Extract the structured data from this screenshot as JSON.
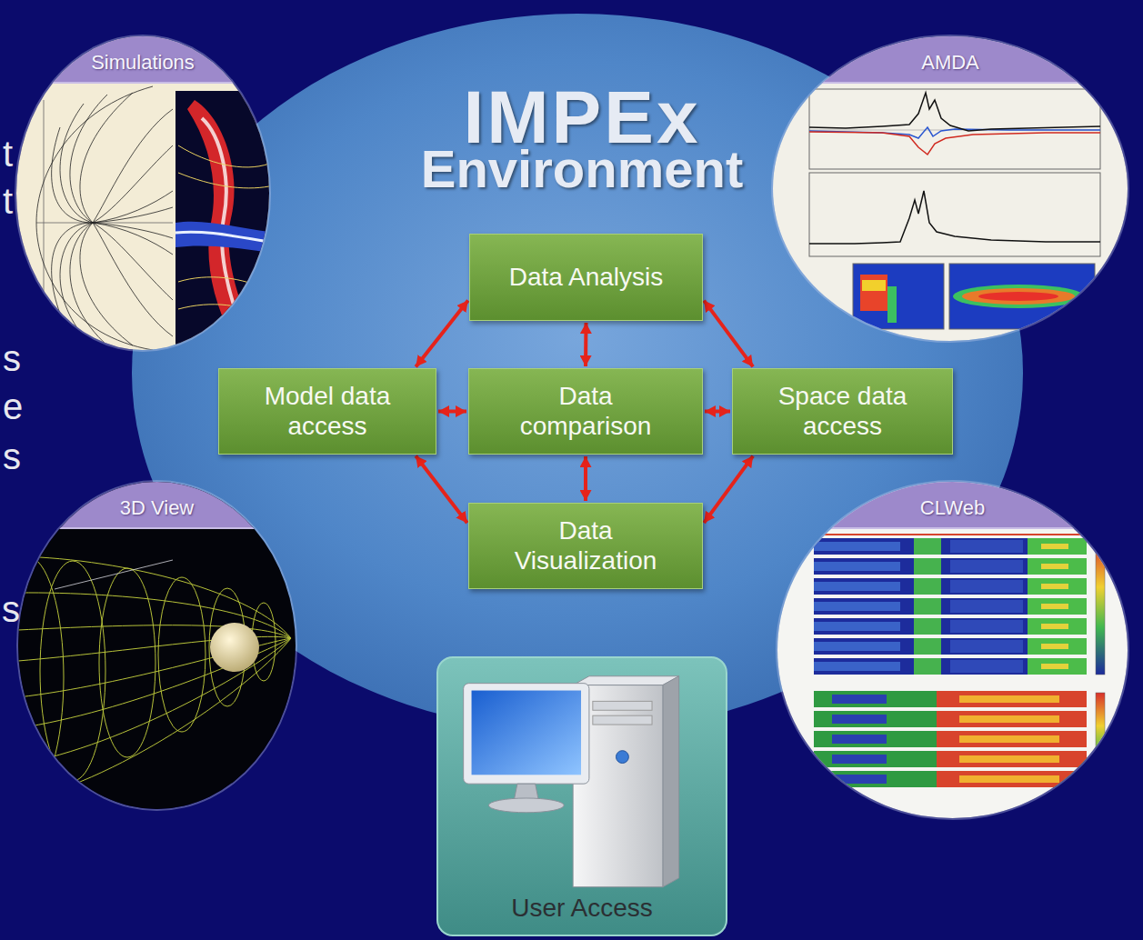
{
  "diagram": {
    "nodes": [
      {
        "text": [
          "IMPEx",
          "Environment"
        ]
      },
      {
        "text": [
          "Simulations"
        ]
      },
      {
        "text": [
          "AMDA"
        ]
      },
      {
        "text": [
          "Data Analysis"
        ],
        "in": 0
      },
      {
        "text": [
          "Model data access"
        ],
        "in": 0
      },
      {
        "text": [
          "Data comparison"
        ],
        "in": 0
      },
      {
        "text": [
          "Space data access"
        ],
        "in": 0
      },
      {
        "text": [
          "3D View"
        ]
      },
      {
        "text": [
          "CLWeb"
        ]
      },
      {
        "text": [
          "Data Visualization"
        ],
        "in": 0
      },
      {
        "text": [
          "User Access"
        ]
      }
    ],
    "edges": [
      {
        "from": 3,
        "to": 4,
        "arrow": "both"
      },
      {
        "from": 3,
        "to": 5,
        "arrow": "both"
      },
      {
        "from": 3,
        "to": 6,
        "arrow": "both"
      },
      {
        "from": 4,
        "to": 5,
        "arrow": "both"
      },
      {
        "from": 5,
        "to": 6,
        "arrow": "both"
      },
      {
        "from": 4,
        "to": 9,
        "arrow": "both"
      },
      {
        "from": 5,
        "to": 9,
        "arrow": "both"
      },
      {
        "from": 6,
        "to": 9,
        "arrow": "both"
      }
    ],
    "labels": [
      "t",
      "t",
      "s",
      "e",
      "s",
      "s"
    ]
  }
}
